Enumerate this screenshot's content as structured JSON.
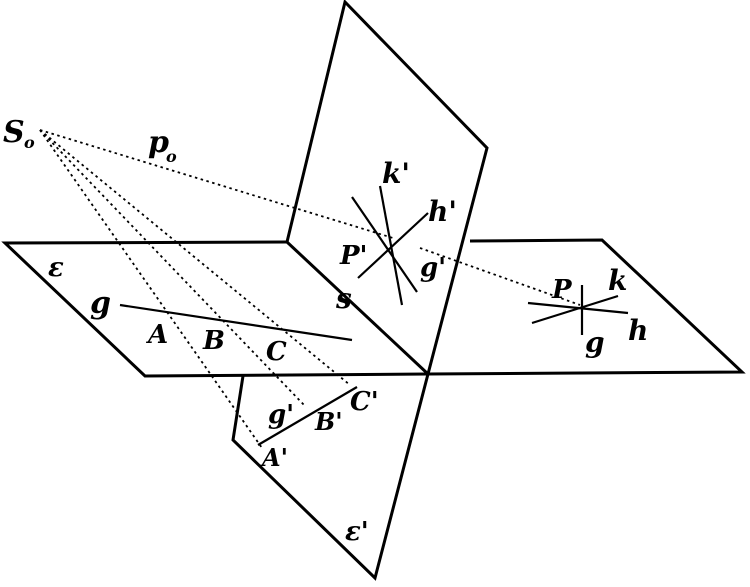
{
  "labels": {
    "S0": "S",
    "S0_sub": "o",
    "p0": "p",
    "p0_sub": "o",
    "epsilon": "ε",
    "epsilon_prime": "ε'",
    "s": "s",
    "g": "g",
    "A": "A",
    "B": "B",
    "C": "C",
    "g_prime_lower": "g'",
    "A_prime": "A'",
    "B_prime": "B'",
    "C_prime": "C'",
    "k_prime": "k'",
    "h_prime": "h'",
    "P_prime": "P'",
    "g_prime_upper": "g'",
    "P": "P",
    "k": "k",
    "g_right": "g",
    "h": "h"
  }
}
